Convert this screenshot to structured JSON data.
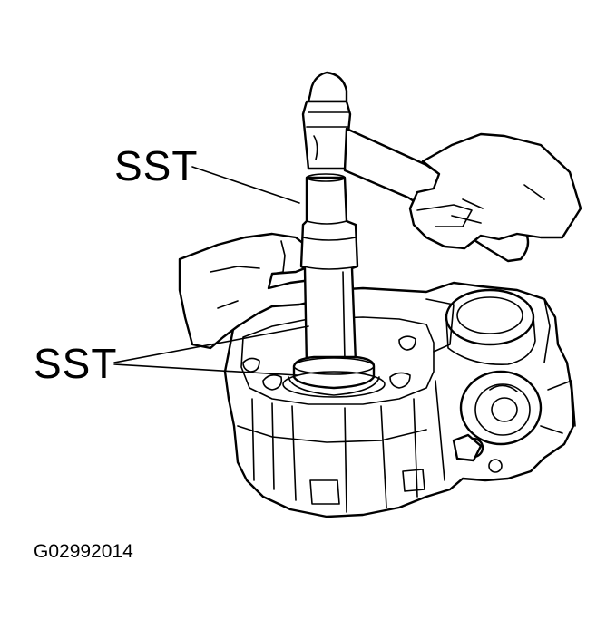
{
  "labels": {
    "sst_upper": "SST",
    "sst_lower": "SST"
  },
  "figure_code": "G02992014",
  "colors": {
    "line_art": "#000000",
    "background": "#ffffff"
  }
}
